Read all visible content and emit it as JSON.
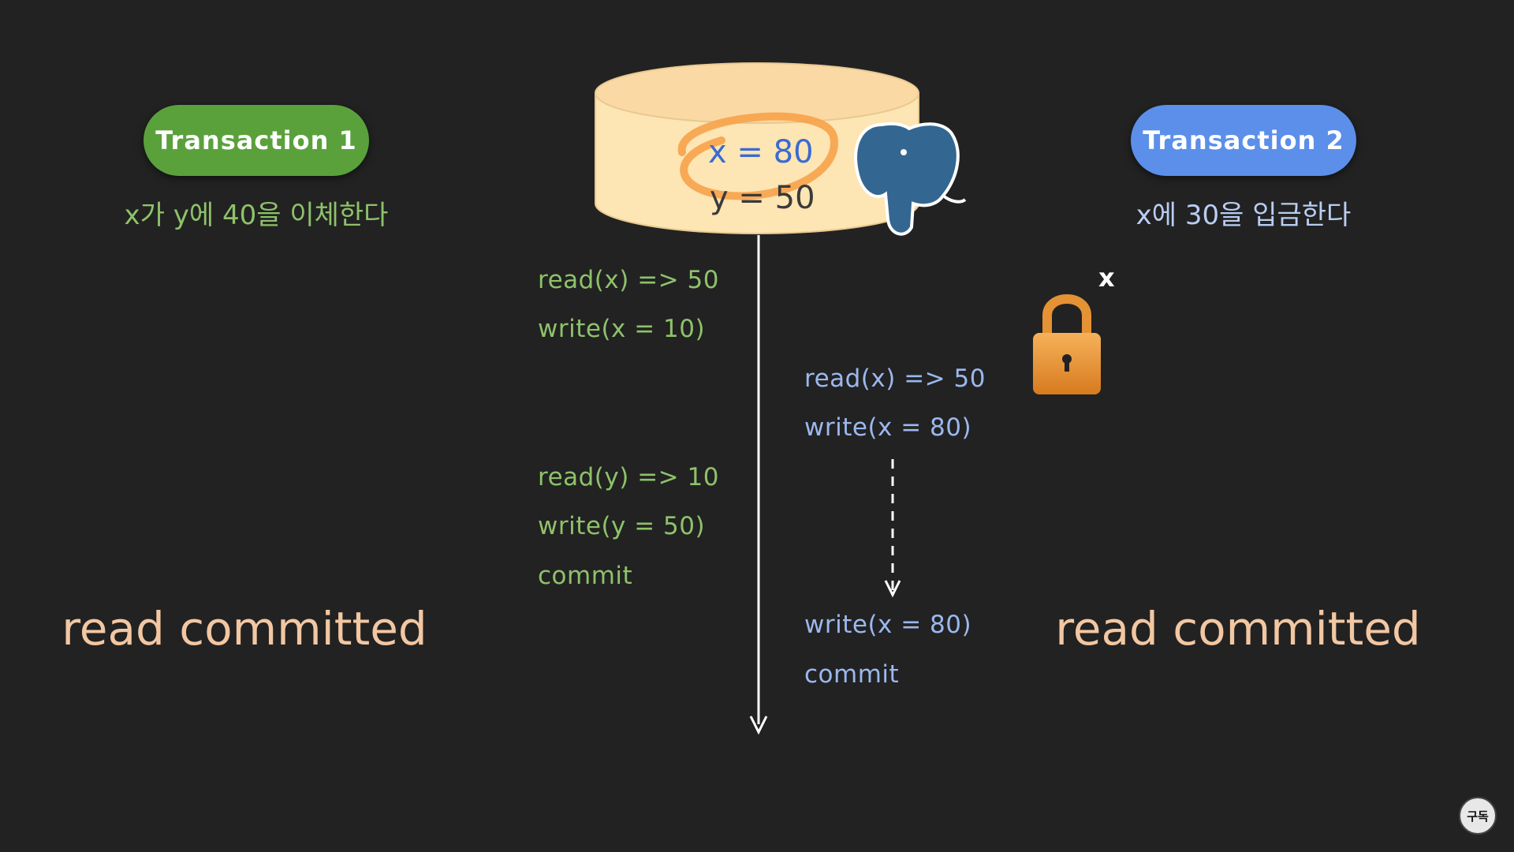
{
  "transaction1": {
    "label": "Transaction 1",
    "description": "x가 y에 40을 이체한다",
    "isolation": "read committed",
    "color": "#5aa13c",
    "ops": [
      "read(x) => 50",
      "write(x = 10)",
      "read(y) => 10",
      "write(y = 50)",
      "commit"
    ]
  },
  "transaction2": {
    "label": "Transaction 2",
    "description": "x에 30을 입금한다",
    "isolation": "read committed",
    "color": "#5b8fe9",
    "ops": [
      "read(x) => 50",
      "write(x = 80)",
      "write(x = 80)",
      "commit"
    ]
  },
  "database": {
    "x_value": "x = 80",
    "y_value": "y = 50"
  },
  "lock": {
    "label": "x"
  },
  "subscribe_badge": {
    "label": "구독"
  }
}
